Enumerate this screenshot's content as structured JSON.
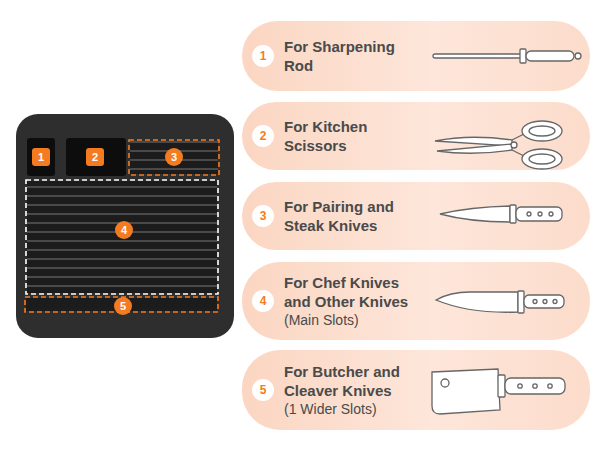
{
  "diagram": {
    "nodes": [
      {
        "text": [
          "1",
          "For Sharpening Rod"
        ]
      },
      {
        "text": [
          "2",
          "For Kitchen Scissors"
        ]
      },
      {
        "text": [
          "3",
          "For Pairing and Steak Knives"
        ]
      },
      {
        "text": [
          "4",
          "For Chef Knives and Other Knives",
          "(Main Slots)"
        ]
      },
      {
        "text": [
          "5",
          "For Butcher and Cleaver Knives",
          "(1 Wider Slots)"
        ]
      }
    ],
    "labels": [
      "1",
      "2",
      "3",
      "4",
      "5"
    ]
  }
}
